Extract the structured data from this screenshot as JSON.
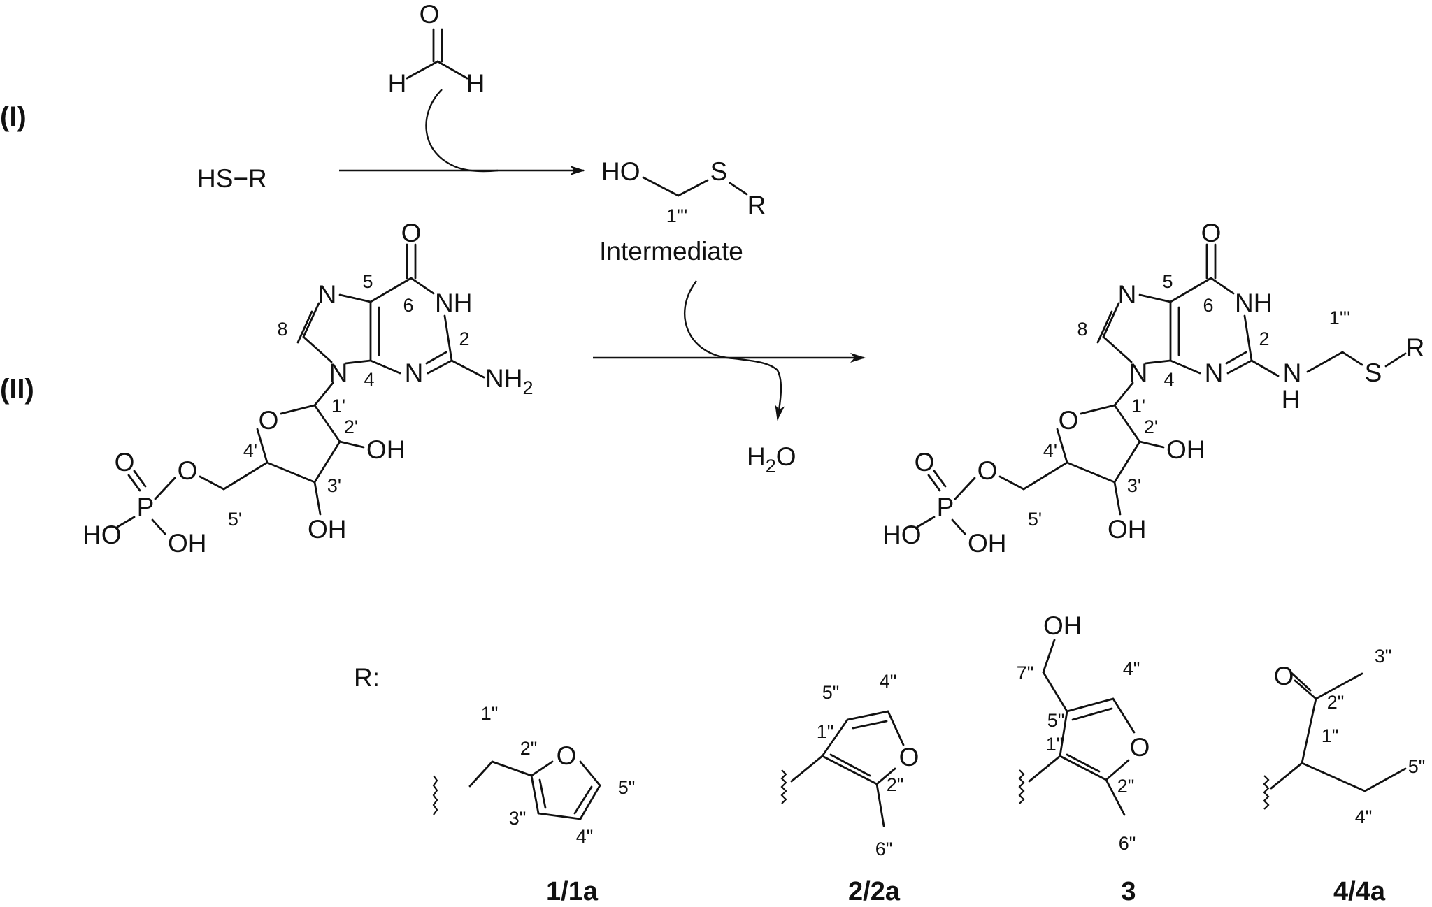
{
  "reaction_labels": {
    "i": "(I)",
    "ii": "(II)"
  },
  "reaction_1": {
    "aldehyde": {
      "o": "O",
      "h_left": "H",
      "h_right": "H"
    },
    "thiol": "HS−R",
    "product": {
      "ho": "HO",
      "s": "S",
      "r": "R",
      "locant": "1'''"
    },
    "intermediate_label": "Intermediate"
  },
  "gmp": {
    "o6": "O",
    "nh": "NH",
    "n7": "N",
    "n9": "N",
    "n3": "N",
    "nh2": "NH",
    "nh2_sub": "2",
    "ring_o": "O",
    "oh2": "OH",
    "oh3": "OH",
    "p": "P",
    "p_o_double": "O",
    "p_o_ester": "O",
    "p_oh1": "HO",
    "p_oh2": "OH",
    "locants": {
      "c5": "5",
      "c6": "6",
      "c2": "2",
      "c8": "8",
      "c4": "4",
      "c1p": "1'",
      "c2p": "2'",
      "c3p": "3'",
      "c4p": "4'",
      "c5p": "5'"
    }
  },
  "water": {
    "h": "H",
    "sub": "2",
    "o": "O"
  },
  "product": {
    "o6": "O",
    "nh": "NH",
    "n7": "N",
    "n9": "N",
    "n3": "N",
    "n_link": "N",
    "n_link_h": "H",
    "s": "S",
    "r": "R",
    "ring_o": "O",
    "oh2": "OH",
    "oh3": "OH",
    "p": "P",
    "p_o_double": "O",
    "p_o_ester": "O",
    "p_oh1": "HO",
    "p_oh2": "OH",
    "locants": {
      "c5": "5",
      "c6": "6",
      "c2": "2",
      "c8": "8",
      "c4": "4",
      "c1ppp": "1'''",
      "c1p": "1'",
      "c2p": "2'",
      "c3p": "3'",
      "c4p": "4'",
      "c5p": "5'"
    }
  },
  "r_groups": {
    "label": "R:",
    "group_1": {
      "compound": "1/1a",
      "ring_o": "O",
      "locants": {
        "c1": "1\"",
        "c2": "2\"",
        "c3": "3\"",
        "c4": "4\"",
        "c5": "5\""
      }
    },
    "group_2": {
      "compound": "2/2a",
      "ring_o": "O",
      "locants": {
        "c5": "5\"",
        "c4": "4\"",
        "c1": "1\"",
        "c2": "2\"",
        "c6": "6\""
      }
    },
    "group_3": {
      "compound": "3",
      "ring_o": "O",
      "oh": "OH",
      "locants": {
        "c7": "7\"",
        "c4": "4\"",
        "c5": "5\"",
        "c1": "1\"",
        "c2": "2\"",
        "c6": "6\""
      }
    },
    "group_4": {
      "compound": "4/4a",
      "o": "O",
      "locants": {
        "c3": "3\"",
        "c2": "2\"",
        "c1": "1\"",
        "c5": "5\"",
        "c4": "4\""
      }
    }
  }
}
